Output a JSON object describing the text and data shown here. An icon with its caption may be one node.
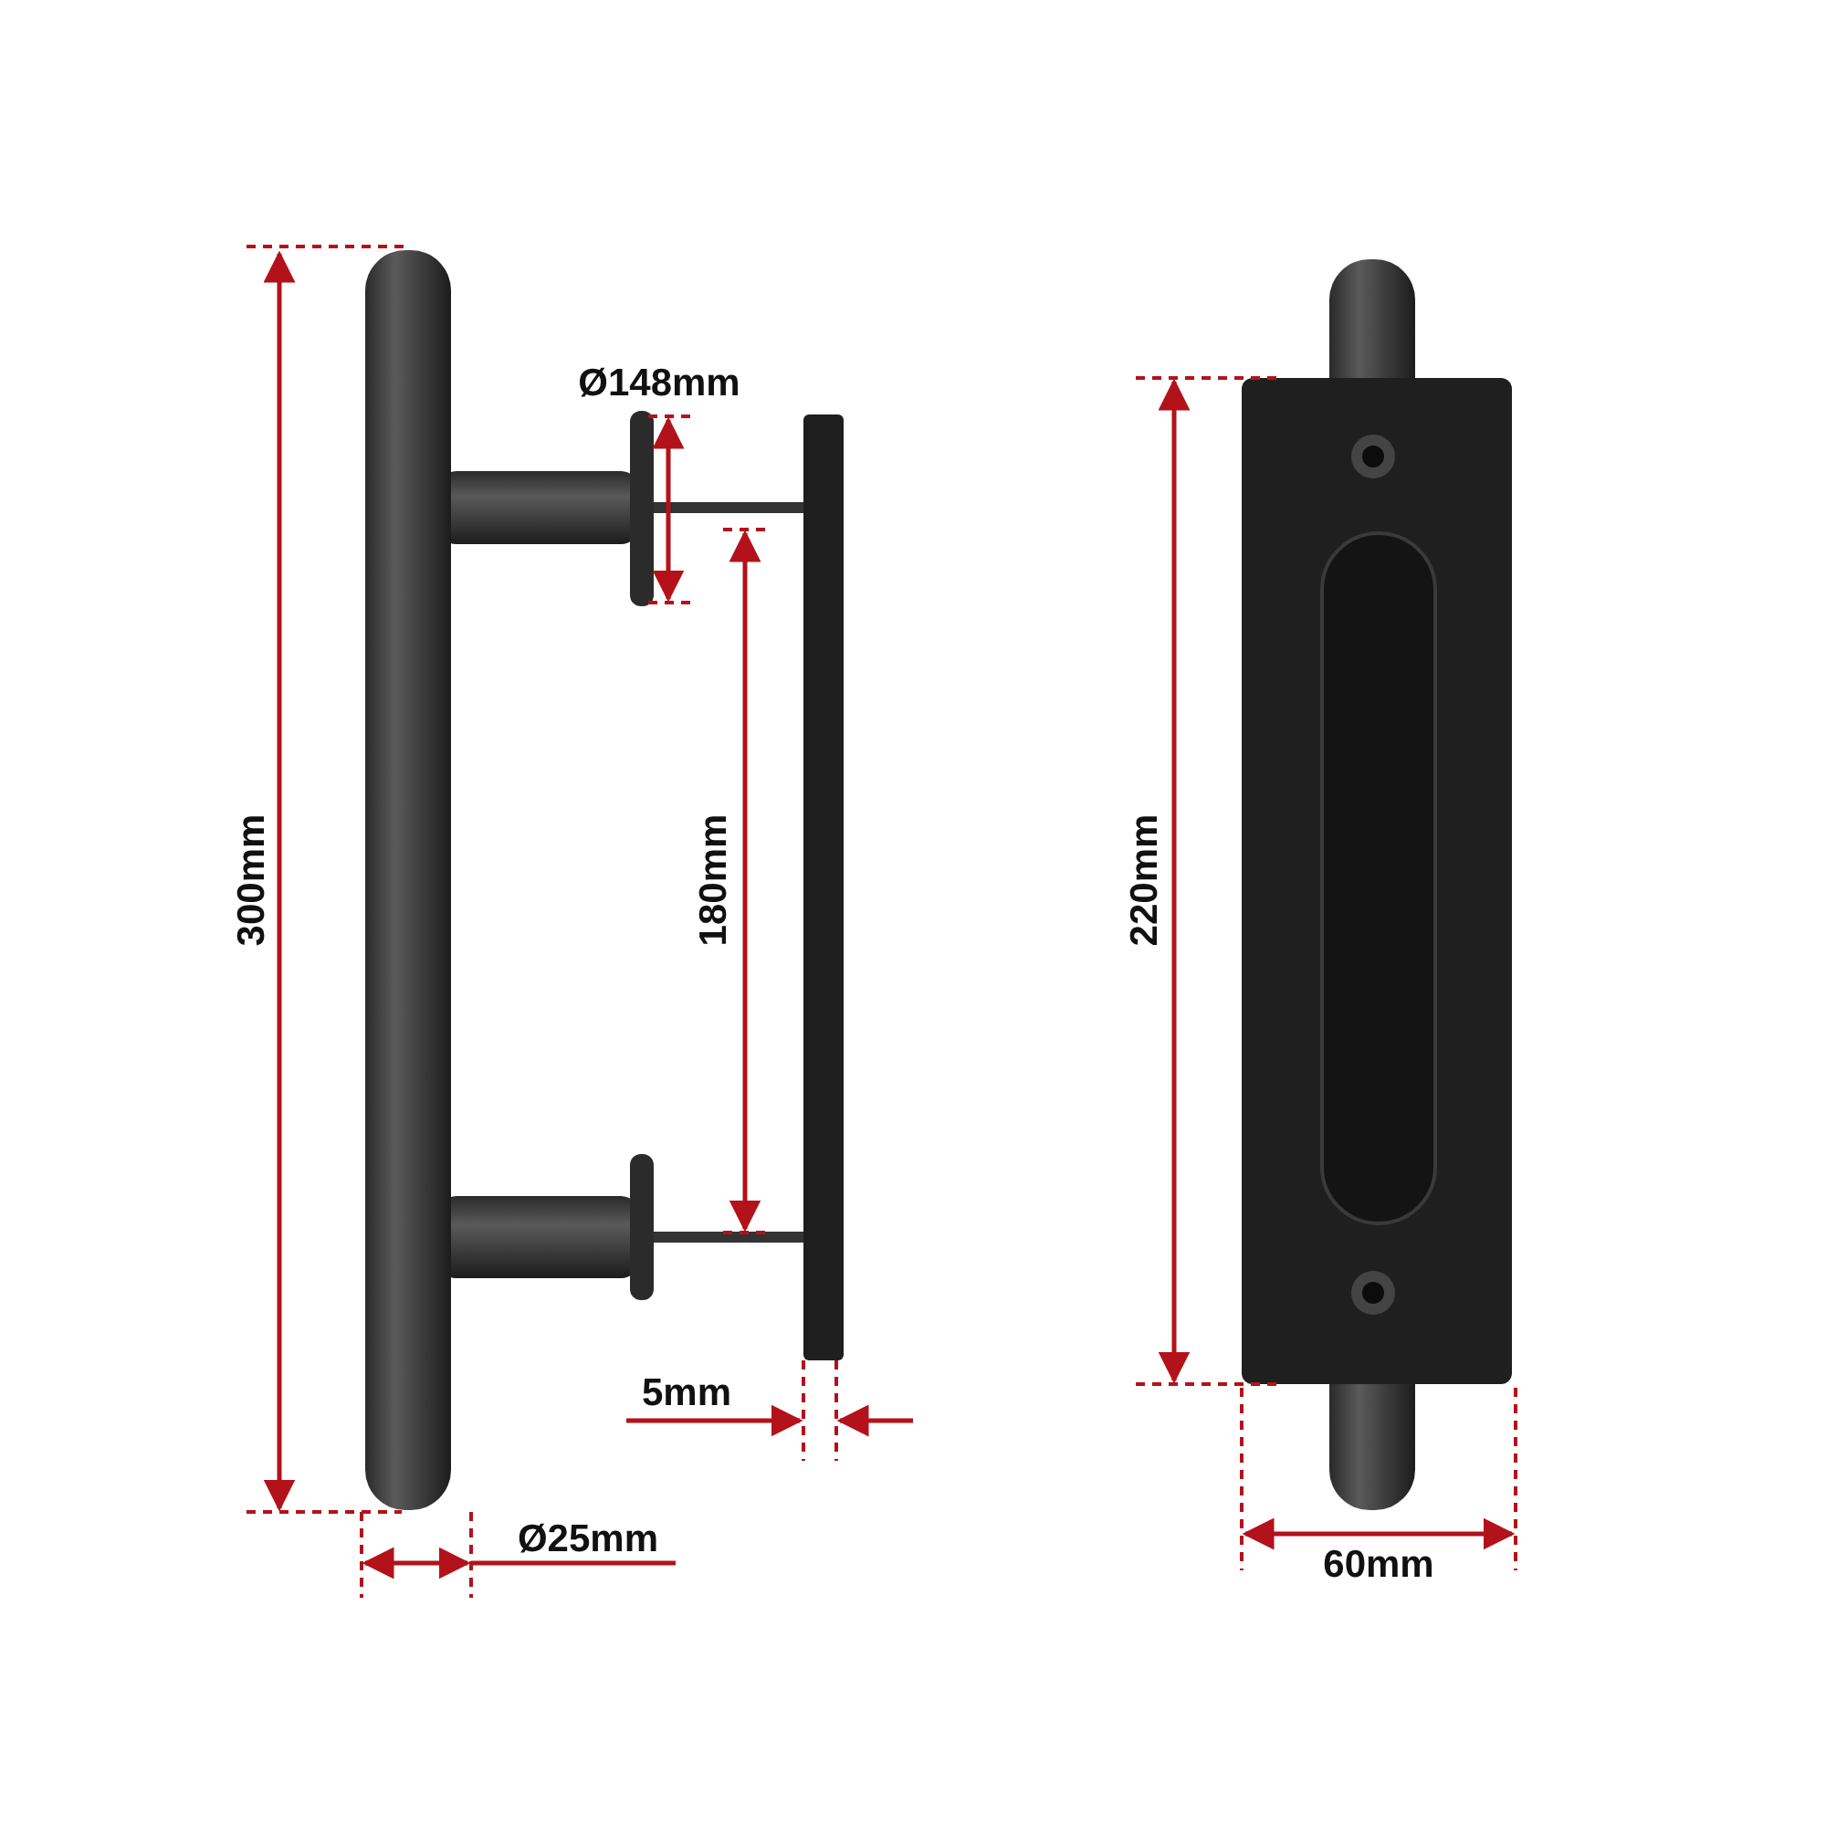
{
  "diagram": {
    "labels": [
      "Ø148mm",
      "300mm",
      "180mm",
      "220mm",
      "5mm",
      "Ø25mm",
      "60mm"
    ]
  }
}
